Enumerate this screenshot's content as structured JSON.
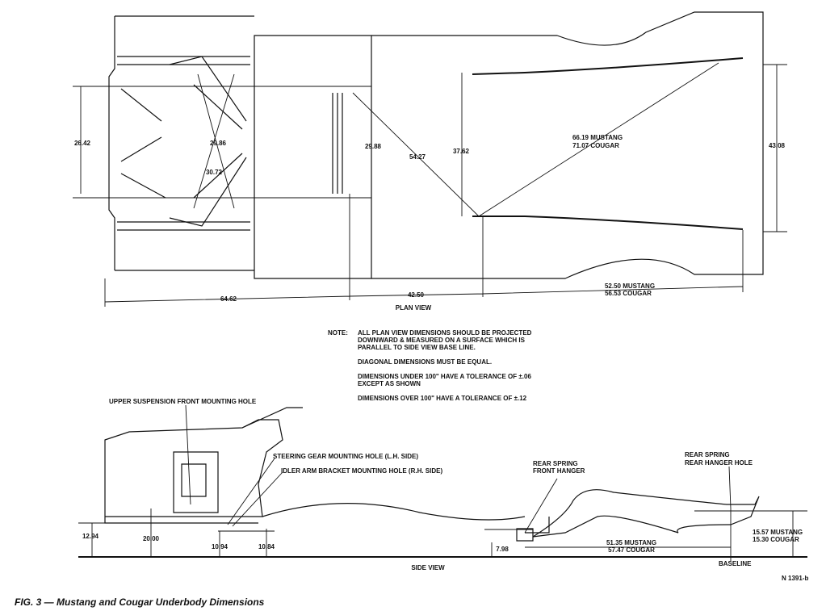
{
  "plan_view": {
    "title": "PLAN VIEW",
    "dims": {
      "d26_42": "26.42",
      "d29_86": "29.86",
      "d30_72": "30.72",
      "d29_88": "29.88",
      "d54_27": "54.27",
      "d37_62": "37.62",
      "diag_rear_mustang": "66.19 MUSTANG",
      "diag_rear_cougar": "71.07 COUGAR",
      "d43_08": "43.08",
      "d64_62": "64.62",
      "d42_50": "42.50",
      "len_rear_mustang": "52.50 MUSTANG",
      "len_rear_cougar": "56.53 COUGAR"
    }
  },
  "note": {
    "label": "NOTE:",
    "lines": [
      "ALL PLAN VIEW DIMENSIONS SHOULD BE PROJECTED",
      "DOWNWARD & MEASURED ON A SURFACE WHICH IS",
      "PARALLEL TO SIDE VIEW BASE LINE.",
      "DIAGONAL DIMENSIONS MUST BE EQUAL.",
      "DIMENSIONS UNDER 100\" HAVE A TOLERANCE OF ±.06",
      "EXCEPT AS SHOWN",
      "DIMENSIONS OVER 100\" HAVE A TOLERANCE OF ±.12"
    ]
  },
  "side_view": {
    "title": "SIDE VIEW",
    "callouts": {
      "upper_susp": "UPPER SUSPENSION FRONT MOUNTING HOLE",
      "steering": "STEERING GEAR MOUNTING HOLE (L.H. SIDE)",
      "idler": "IDLER ARM BRACKET MOUNTING HOLE (R.H. SIDE)",
      "rs_front_1": "REAR SPRING",
      "rs_front_2": "FRONT HANGER",
      "rs_rear_1": "REAR SPRING",
      "rs_rear_2": "REAR HANGER HOLE",
      "baseline": "BASELINE"
    },
    "dims": {
      "d12_94": "12.94",
      "d20_00": "20.00",
      "d10_94": "10.94",
      "d10_84": "10.84",
      "d7_98": "7.98",
      "len_mustang": "51.35 MUSTANG",
      "len_cougar": "57.47 COUGAR",
      "h_mustang": "15.57 MUSTANG",
      "h_cougar": "15.30 COUGAR"
    }
  },
  "ref_code": "N 1391-b",
  "caption": "FIG. 3 — Mustang and Cougar Underbody Dimensions"
}
